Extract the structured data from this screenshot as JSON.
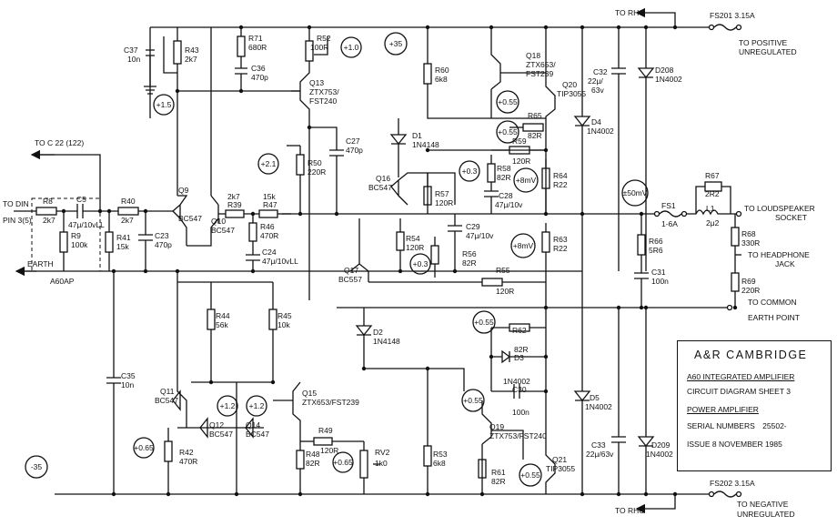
{
  "connectors": {
    "to_rhc_top": "TO RHC",
    "to_rhc_bottom": "TO RHC",
    "to_c22": "TO C 22 (122)",
    "to_din": "TO DIN",
    "pin": "PIN 3(5)",
    "earth": "EARTH",
    "module": "A60AP",
    "to_positive": "TO POSITIVE",
    "unregulated_top": "UNREGULATED",
    "to_loudspeaker": "TO LOUDSPEAKER",
    "socket": "SOCKET",
    "to_headphone": "TO HEADPHONE",
    "jack": "JACK",
    "to_common": "TO COMMON",
    "earth_point": "EARTH POINT",
    "to_negative": "TO NEGATIVE",
    "unregulated_bottom": "UNREGULATED"
  },
  "fuses": {
    "fs201": "FS201 3.15A",
    "fs202": "FS202 3.15A",
    "fs1": "FS1",
    "fs1_value": "1-6A"
  },
  "rails": {
    "plus35": "+35",
    "minus35": "-35"
  },
  "voltages": {
    "v1": "+1.5",
    "v2": "+1.0",
    "v3": "+2.1",
    "v4": "+0.3",
    "v5": "+0.3",
    "v6": "+0.55",
    "v7": "+0.55",
    "v8": "+0.55",
    "v9": "+0.55",
    "v10": "+8mV",
    "v11": "+8mV",
    "v12": "±50mV",
    "v13": "+1.2",
    "v14": "+1.2",
    "v15": "+0.65",
    "v16": "+0.65"
  },
  "components": {
    "R8": [
      "R8",
      "2k7"
    ],
    "C5": [
      "C5",
      "47μ/10vLL"
    ],
    "R9": [
      "R9",
      "100k"
    ],
    "R40": [
      "R40",
      "2k7"
    ],
    "R41": [
      "R41",
      "15k"
    ],
    "C23": [
      "C23",
      "470p"
    ],
    "C37": [
      "C37",
      "10n"
    ],
    "R43": [
      "R43",
      "2k7"
    ],
    "Q9": [
      "Q9",
      "BC547"
    ],
    "Q10": [
      "Q10",
      "BC547"
    ],
    "R39": [
      "2k7",
      "R39"
    ],
    "R47": [
      "15k",
      "R47"
    ],
    "R46": [
      "R46",
      "470R"
    ],
    "C24": [
      "C24",
      "47μ/10vLL"
    ],
    "R71": [
      "R71",
      "680R"
    ],
    "C36": [
      "C36",
      "470p"
    ],
    "R52": [
      "R52",
      "100R"
    ],
    "Q13": [
      "Q13",
      "ZTX753/",
      "FST240"
    ],
    "C27": [
      "C27",
      "470p"
    ],
    "R50": [
      "R50",
      "220R"
    ],
    "R60": [
      "R60",
      "6k8"
    ],
    "D1": [
      "D1",
      "1N4148"
    ],
    "Q16": [
      "Q16",
      "BC547"
    ],
    "R57": [
      "R57",
      "120R"
    ],
    "R58": [
      "R58",
      "82R"
    ],
    "C28": [
      "C28",
      "47μ/10v"
    ],
    "C29": [
      "C29",
      "47μ/10v"
    ],
    "R54": [
      "R54",
      "120R"
    ],
    "R56": [
      "R56",
      "82R"
    ],
    "Q17": [
      "Q17",
      "BC557"
    ],
    "R55": [
      "R55",
      "120R"
    ],
    "Q18": [
      "Q18",
      "ZTX653/",
      "FST239"
    ],
    "Q20": [
      "Q20",
      "TIP3055"
    ],
    "R65": [
      "R65",
      "82R"
    ],
    "R59": [
      "R59",
      "120R"
    ],
    "R64": [
      "R64",
      "R22"
    ],
    "R63": [
      "R63",
      "R22"
    ],
    "C32": [
      "C32",
      "22μ/",
      "63v"
    ],
    "D208": [
      "D208",
      "1N4002"
    ],
    "D4": [
      "D4",
      "1N4002"
    ],
    "R66": [
      "R66",
      "5R6"
    ],
    "C31": [
      "C31",
      "100n"
    ],
    "R67": [
      "R67",
      "2R2"
    ],
    "L1": [
      "L1",
      "2μ2"
    ],
    "R68": [
      "R68",
      "330R"
    ],
    "R69": [
      "R69",
      "220R"
    ],
    "R44": [
      "R44",
      "56k"
    ],
    "R45": [
      "R45",
      "10k"
    ],
    "D2": [
      "D2",
      "1N4148"
    ],
    "C35": [
      "C35",
      "10n"
    ],
    "Q11": [
      "Q11",
      "BC547"
    ],
    "Q12": [
      "Q12",
      "BC547"
    ],
    "Q14": [
      "Q14",
      "BC547"
    ],
    "Q15": [
      "Q15",
      "ZTX653/FST239"
    ],
    "R42": [
      "R42",
      "470R"
    ],
    "R49": [
      "R49",
      "120R"
    ],
    "R48": [
      "R48",
      "82R"
    ],
    "RV2": [
      "RV2",
      "1k0"
    ],
    "R53": [
      "R53",
      "6k8"
    ],
    "R62": [
      "R62",
      "82R"
    ],
    "D3": [
      "D3",
      "1N4002"
    ],
    "C30": [
      "C30",
      "100n"
    ],
    "Q19": [
      "Q19",
      "ZTX753/FST240"
    ],
    "R61": [
      "R61",
      "82R"
    ],
    "Q21": [
      "Q21",
      "TIP3055"
    ],
    "D5": [
      "D5",
      "1N4002"
    ],
    "C33": [
      "C33",
      "22μ/63v"
    ],
    "D209": [
      "D209",
      "1N4002"
    ]
  },
  "title_block": {
    "company": "A&R  CAMBRIDGE",
    "line1": "A60  INTEGRATED  AMPLIFIER",
    "line2": "CIRCUIT  DIAGRAM  SHEET  3",
    "line3": "POWER  AMPLIFIER",
    "serial_label": "SERIAL  NUMBERS",
    "serial_value": "25502-",
    "issue": "ISSUE 8  NOVEMBER  1985"
  }
}
